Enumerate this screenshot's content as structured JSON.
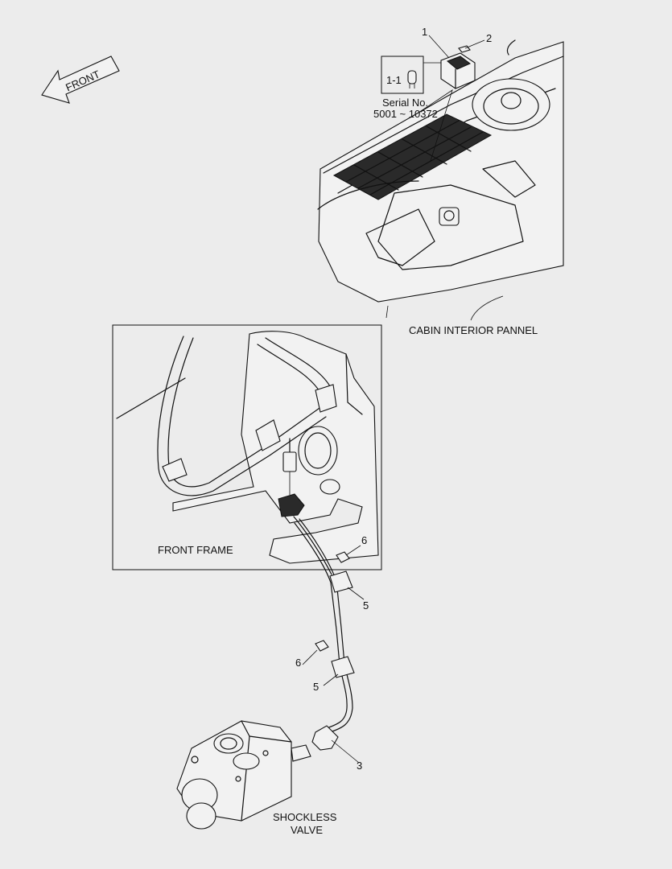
{
  "front_arrow": {
    "text": "FRONT"
  },
  "callouts": {
    "part_1": "1",
    "part_1_1": "1-1",
    "part_2": "2",
    "part_3": "3",
    "part_5_upper": "5",
    "part_5_lower": "5",
    "part_6_upper": "6",
    "part_6_lower": "6"
  },
  "serial": {
    "line1": "Serial No.",
    "line2": "5001 ~ 10372"
  },
  "labels": {
    "cabin": "CABIN INTERIOR PANNEL",
    "front_frame": "FRONT FRAME",
    "valve_line1": "SHOCKLESS",
    "valve_line2": "VALVE"
  }
}
